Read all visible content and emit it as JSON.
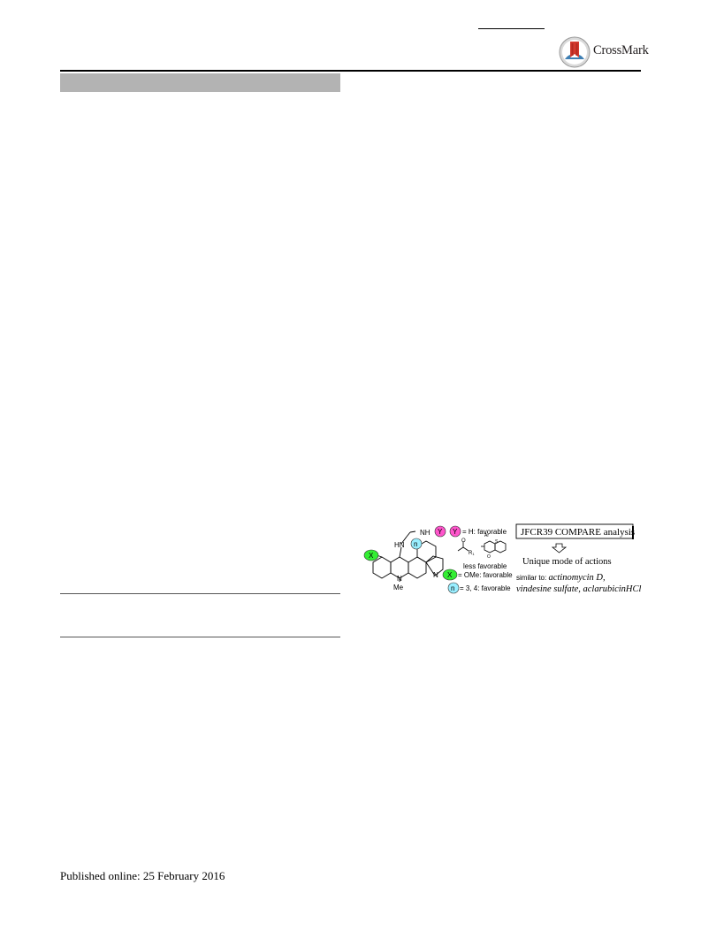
{
  "header": {
    "crossmark_label": "CrossMark"
  },
  "footer": {
    "published": "Published online: 25 February 2016"
  },
  "graphical_abstract": {
    "substituent_Y": "Y",
    "substituent_X": "X",
    "substituent_n": "n",
    "nh_label": "NH",
    "hn_label": "HN",
    "n_label": "N",
    "me_label": "Me",
    "y_note": "= H: favorable",
    "x_note": "= OMe: favorable",
    "n_note": "= 3, 4: favorable",
    "less_favorable": "less  favorable",
    "r1_label": "R",
    "r1_sub": "1",
    "ar_label": "Ar",
    "s_label": "S",
    "o_label": "O",
    "box_label": "JFCR39 COMPARE analysis",
    "mode_label": "Unique mode of actions",
    "similar_prefix": "similar to: ",
    "similar_line1": "actinomycin D,",
    "similar_line2": "vindesine sulfate, aclarubicinHCl",
    "colors": {
      "y_circle": "#ff55cc",
      "x_circle": "#33ee33",
      "n_circle": "#99eeff"
    }
  }
}
